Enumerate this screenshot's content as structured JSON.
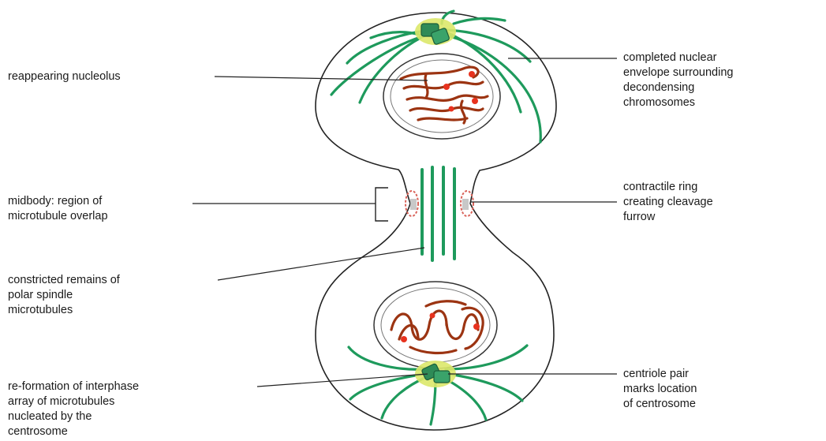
{
  "labels": {
    "reappearing_nucleolus": "reappearing nucleolus",
    "nuclear_envelope": "completed nuclear\nenvelope surrounding\ndecondensing\nchromosomes",
    "midbody": "midbody: region of\nmicrotubule overlap",
    "contractile_ring": "contractile ring\ncreating cleavage\nfurrow",
    "polar_spindle": "constricted remains of\npolar spindle\nmicrotubules",
    "interphase_array": "re-formation of interphase\narray of microtubules\nnucleated by the\ncentrosome",
    "centriole_pair": "centriole pair\nmarks location\nof centrosome"
  },
  "colors": {
    "outline": "#222222",
    "microtubule": "#1e9a5c",
    "chromosome": "#9c3412",
    "nucleolus": "#e8321e",
    "centrosome_halo": "#dbe86a",
    "centriole": "#2e8b57",
    "contractile_ring": "#d9635a"
  }
}
